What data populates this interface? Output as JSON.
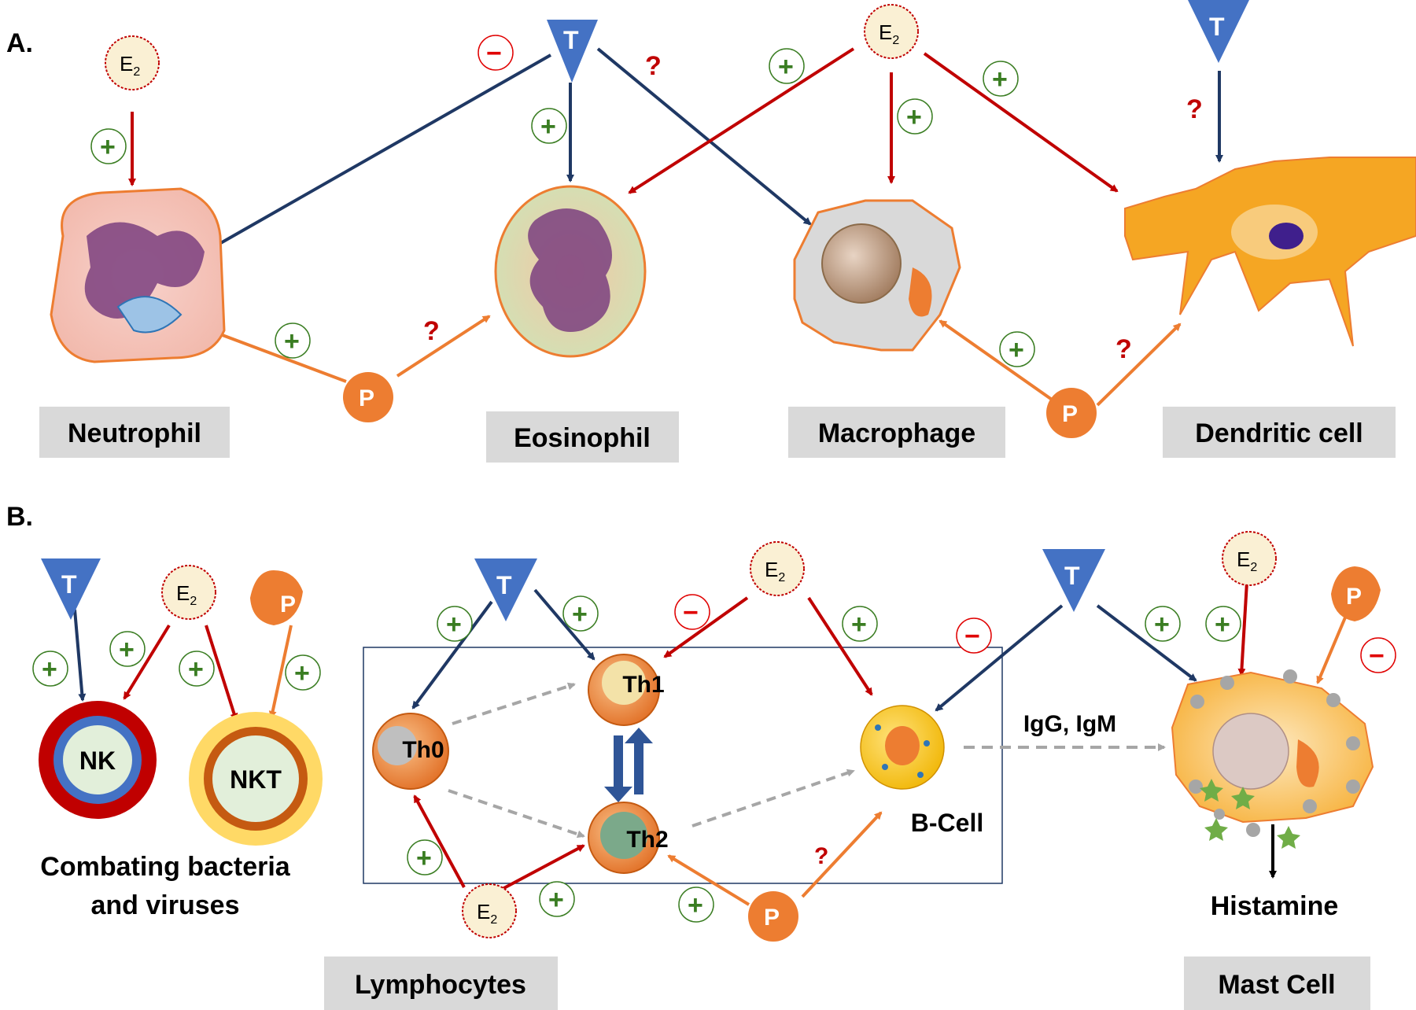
{
  "panels": {
    "a_label": "A.",
    "b_label": "B."
  },
  "hormones": {
    "estradiol": "E",
    "estradiol_sub": "2",
    "testosterone": "T",
    "progesterone": "P"
  },
  "signs": {
    "plus": "+",
    "minus": "−",
    "unknown": "?"
  },
  "cells_a": {
    "neutrophil": "Neutrophil",
    "eosinophil": "Eosinophil",
    "macrophage": "Macrophage",
    "dendritic": "Dendritic cell"
  },
  "cells_b": {
    "nk": "NK",
    "nkt": "NKT",
    "nk_caption_line1": "Combating bacteria",
    "nk_caption_line2": "and viruses",
    "th0": "Th0",
    "th1": "Th1",
    "th2": "Th2",
    "bcell": "B-Cell",
    "antibodies": "IgG,  IgM",
    "histamine": "Histamine",
    "lymphocytes": "Lymphocytes",
    "mast_cell": "Mast Cell"
  },
  "colors": {
    "estrogen_arrow": "#c00000",
    "testosterone_arrow": "#1f3864",
    "progesterone_arrow": "#ed7d31",
    "plus_sign": "#3a7d22",
    "minus_sign": "#e00000",
    "question": "#c00000",
    "label_box": "#d9d9d9",
    "testosterone_fill": "#4472c4",
    "progesterone_fill": "#ed7d31"
  }
}
